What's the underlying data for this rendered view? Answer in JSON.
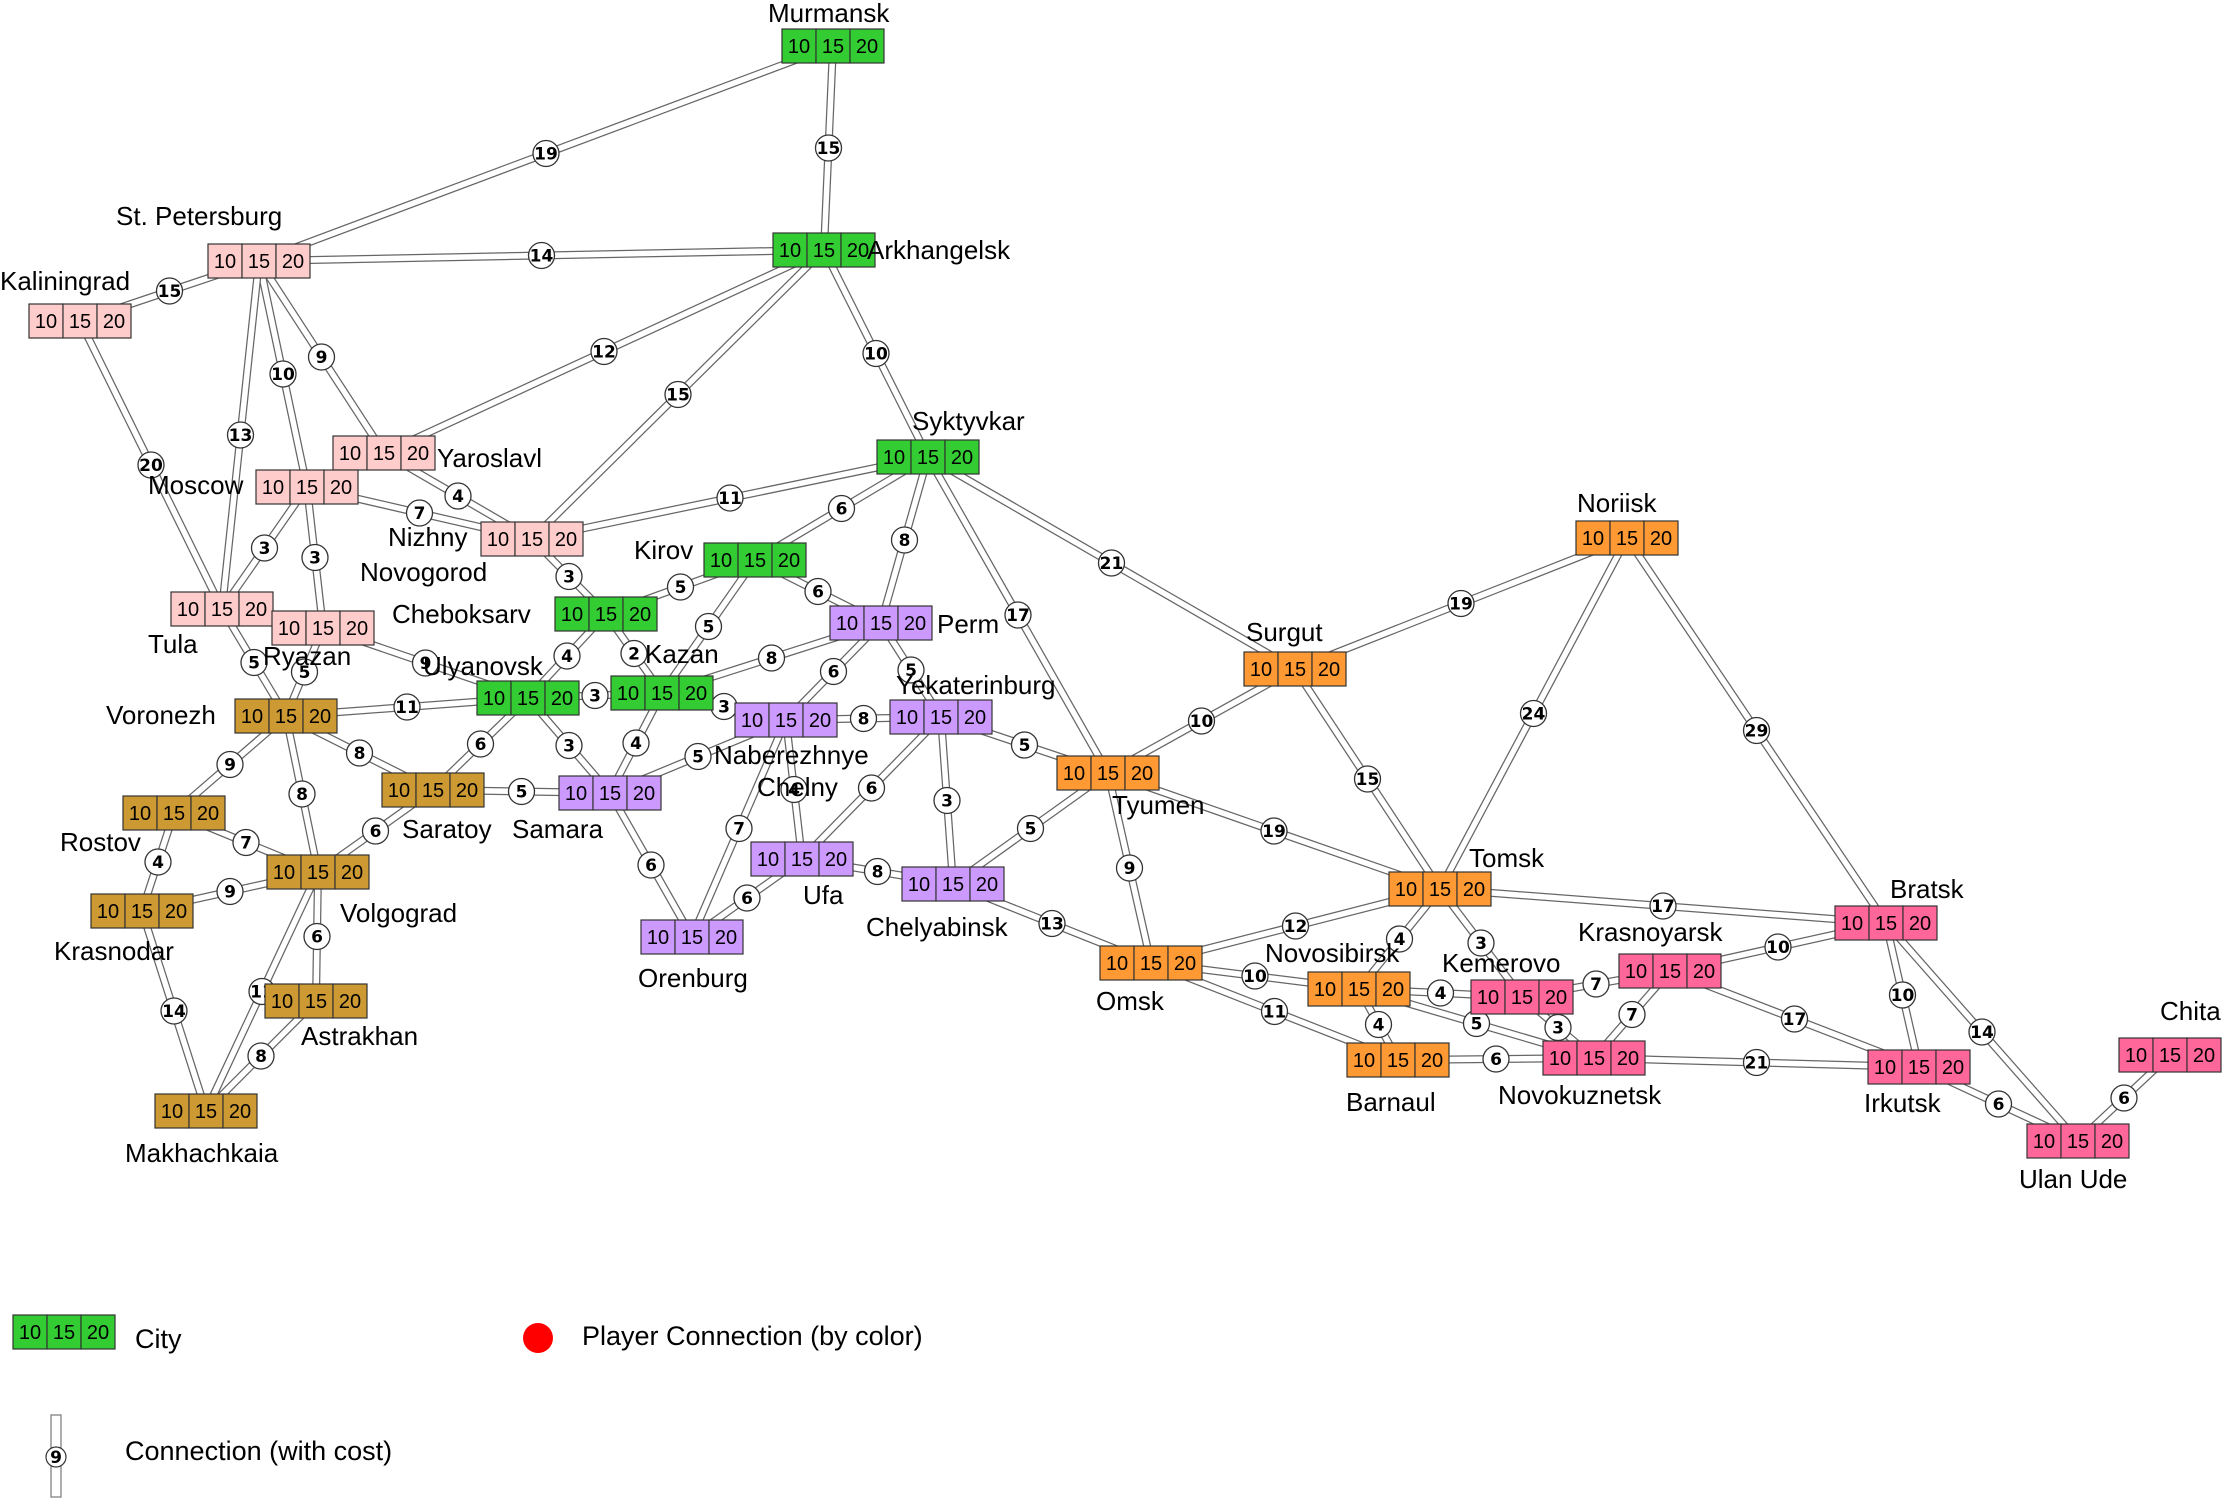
{
  "slots": [
    "10",
    "15",
    "20"
  ],
  "colors": {
    "north": "#33cc33",
    "west": "#ffcccc",
    "south": "#cc9933",
    "ural": "#cc99ff",
    "siberia": "#ff9933",
    "east": "#ff6699",
    "player_marker": "#ff0000"
  },
  "legend": {
    "city": "City",
    "player": "Player Connection (by color)",
    "connection": "Connection (with cost)",
    "connection_cost": "9"
  },
  "cities": [
    {
      "id": "murmansk",
      "label": "Murmansk",
      "region": "north"
    },
    {
      "id": "arkhangelsk",
      "label": "Arkhangelsk",
      "region": "north"
    },
    {
      "id": "syktyvkar",
      "label": "Syktyvkar",
      "region": "north"
    },
    {
      "id": "kirov",
      "label": "Kirov",
      "region": "north"
    },
    {
      "id": "cheboksarv",
      "label": "Cheboksarv",
      "region": "north"
    },
    {
      "id": "kazan",
      "label": "Kazan",
      "region": "north"
    },
    {
      "id": "ulyanovsk",
      "label": "Ulyanovsk",
      "region": "north"
    },
    {
      "id": "stpetersburg",
      "label": "St. Petersburg",
      "region": "west"
    },
    {
      "id": "kaliningrad",
      "label": "Kaliningrad",
      "region": "west"
    },
    {
      "id": "yaroslavl",
      "label": "Yaroslavl",
      "region": "west"
    },
    {
      "id": "moscow",
      "label": "Moscow",
      "region": "west"
    },
    {
      "id": "nizhny",
      "label": "Nizhny",
      "label2": "Novogorod",
      "region": "west"
    },
    {
      "id": "tula",
      "label": "Tula",
      "region": "west"
    },
    {
      "id": "ryazan",
      "label": "Ryazan",
      "region": "west"
    },
    {
      "id": "voronezh",
      "label": "Voronezh",
      "region": "south"
    },
    {
      "id": "rostov",
      "label": "Rostov",
      "region": "south"
    },
    {
      "id": "krasnodar",
      "label": "Krasnodar",
      "region": "south"
    },
    {
      "id": "volgograd",
      "label": "Volgograd",
      "region": "south"
    },
    {
      "id": "saratov",
      "label": "Saratoy",
      "region": "south"
    },
    {
      "id": "astrakhan",
      "label": "Astrakhan",
      "region": "south"
    },
    {
      "id": "makhachkala",
      "label": "Makhachkaia",
      "region": "south"
    },
    {
      "id": "perm",
      "label": "Perm",
      "region": "ural"
    },
    {
      "id": "naberezhnye",
      "label": "Naberezhnye",
      "label2": "Chelny",
      "region": "ural"
    },
    {
      "id": "yekaterinburg",
      "label": "Yekaterinburg",
      "region": "ural"
    },
    {
      "id": "samara",
      "label": "Samara",
      "region": "ural"
    },
    {
      "id": "ufa",
      "label": "Ufa",
      "region": "ural"
    },
    {
      "id": "orenburg",
      "label": "Orenburg",
      "region": "ural"
    },
    {
      "id": "chelyabinsk",
      "label": "Chelyabinsk",
      "region": "ural"
    },
    {
      "id": "surgut",
      "label": "Surgut",
      "region": "siberia"
    },
    {
      "id": "noriisk",
      "label": "Noriisk",
      "region": "siberia"
    },
    {
      "id": "tyumen",
      "label": "Tyumen",
      "region": "siberia"
    },
    {
      "id": "tomsk",
      "label": "Tomsk",
      "region": "siberia"
    },
    {
      "id": "omsk",
      "label": "Omsk",
      "region": "siberia"
    },
    {
      "id": "novosibirsk",
      "label": "Novosibirsk",
      "region": "siberia"
    },
    {
      "id": "barnaul",
      "label": "Barnaul",
      "region": "siberia"
    },
    {
      "id": "kemerovo",
      "label": "Kemerovo",
      "region": "east"
    },
    {
      "id": "novokuznetsk",
      "label": "Novokuznetsk",
      "region": "east"
    },
    {
      "id": "krasnoyarsk",
      "label": "Krasnoyarsk",
      "region": "east"
    },
    {
      "id": "bratsk",
      "label": "Bratsk",
      "region": "east"
    },
    {
      "id": "irkutsk",
      "label": "Irkutsk",
      "region": "east"
    },
    {
      "id": "ulanude",
      "label": "Ulan Ude",
      "region": "east"
    },
    {
      "id": "chita",
      "label": "Chita",
      "region": "east"
    }
  ],
  "connections": [
    {
      "a": "murmansk",
      "b": "stpetersburg",
      "cost": "19"
    },
    {
      "a": "murmansk",
      "b": "arkhangelsk",
      "cost": "15"
    },
    {
      "a": "stpetersburg",
      "b": "arkhangelsk",
      "cost": "14"
    },
    {
      "a": "stpetersburg",
      "b": "kaliningrad",
      "cost": "15"
    },
    {
      "a": "stpetersburg",
      "b": "yaroslavl",
      "cost": "9"
    },
    {
      "a": "stpetersburg",
      "b": "moscow",
      "cost": "10"
    },
    {
      "a": "stpetersburg",
      "b": "tula",
      "cost": "13"
    },
    {
      "a": "kaliningrad",
      "b": "tula",
      "cost": "20"
    },
    {
      "a": "arkhangelsk",
      "b": "yaroslavl",
      "cost": "12"
    },
    {
      "a": "arkhangelsk",
      "b": "nizhny",
      "cost": "15"
    },
    {
      "a": "arkhangelsk",
      "b": "syktyvkar",
      "cost": "10"
    },
    {
      "a": "yaroslavl",
      "b": "nizhny",
      "cost": "4"
    },
    {
      "a": "moscow",
      "b": "nizhny",
      "cost": "7"
    },
    {
      "a": "moscow",
      "b": "tula",
      "cost": "3"
    },
    {
      "a": "moscow",
      "b": "ryazan",
      "cost": "3"
    },
    {
      "a": "nizhny",
      "b": "syktyvkar",
      "cost": "11"
    },
    {
      "a": "nizhny",
      "b": "cheboksarv",
      "cost": "3"
    },
    {
      "a": "tula",
      "b": "voronezh",
      "cost": "5"
    },
    {
      "a": "ryazan",
      "b": "voronezh",
      "cost": "5"
    },
    {
      "a": "ryazan",
      "b": "ulyanovsk",
      "cost": "9"
    },
    {
      "a": "syktyvkar",
      "b": "kirov",
      "cost": "6"
    },
    {
      "a": "syktyvkar",
      "b": "perm",
      "cost": "8"
    },
    {
      "a": "syktyvkar",
      "b": "surgut",
      "cost": "21"
    },
    {
      "a": "syktyvkar",
      "b": "tyumen",
      "cost": "17"
    },
    {
      "a": "kirov",
      "b": "cheboksarv",
      "cost": "5"
    },
    {
      "a": "kirov",
      "b": "kazan",
      "cost": "5"
    },
    {
      "a": "kirov",
      "b": "perm",
      "cost": "6"
    },
    {
      "a": "cheboksarv",
      "b": "kazan",
      "cost": "2"
    },
    {
      "a": "cheboksarv",
      "b": "ulyanovsk",
      "cost": "4"
    },
    {
      "a": "kazan",
      "b": "ulyanovsk",
      "cost": "3"
    },
    {
      "a": "kazan",
      "b": "perm",
      "cost": "8"
    },
    {
      "a": "kazan",
      "b": "naberezhnye",
      "cost": "3"
    },
    {
      "a": "kazan",
      "b": "samara",
      "cost": "4"
    },
    {
      "a": "voronezh",
      "b": "ulyanovsk",
      "cost": "11"
    },
    {
      "a": "voronezh",
      "b": "saratov",
      "cost": "8"
    },
    {
      "a": "voronezh",
      "b": "rostov",
      "cost": "9"
    },
    {
      "a": "voronezh",
      "b": "volgograd",
      "cost": "8"
    },
    {
      "a": "ulyanovsk",
      "b": "saratov",
      "cost": "6"
    },
    {
      "a": "ulyanovsk",
      "b": "samara",
      "cost": "3"
    },
    {
      "a": "perm",
      "b": "naberezhnye",
      "cost": "6"
    },
    {
      "a": "perm",
      "b": "yekaterinburg",
      "cost": "5"
    },
    {
      "a": "naberezhnye",
      "b": "yekaterinburg",
      "cost": "8"
    },
    {
      "a": "naberezhnye",
      "b": "samara",
      "cost": "5"
    },
    {
      "a": "naberezhnye",
      "b": "ufa",
      "cost": "4"
    },
    {
      "a": "naberezhnye",
      "b": "orenburg",
      "cost": "7"
    },
    {
      "a": "yekaterinburg",
      "b": "ufa",
      "cost": "6"
    },
    {
      "a": "yekaterinburg",
      "b": "chelyabinsk",
      "cost": "3"
    },
    {
      "a": "yekaterinburg",
      "b": "tyumen",
      "cost": "5"
    },
    {
      "a": "saratov",
      "b": "samara",
      "cost": "5"
    },
    {
      "a": "saratov",
      "b": "volgograd",
      "cost": "6"
    },
    {
      "a": "samara",
      "b": "orenburg",
      "cost": "6"
    },
    {
      "a": "ufa",
      "b": "orenburg",
      "cost": "6"
    },
    {
      "a": "ufa",
      "b": "chelyabinsk",
      "cost": "8"
    },
    {
      "a": "chelyabinsk",
      "b": "tyumen",
      "cost": "5"
    },
    {
      "a": "chelyabinsk",
      "b": "omsk",
      "cost": "13"
    },
    {
      "a": "rostov",
      "b": "volgograd",
      "cost": "7"
    },
    {
      "a": "rostov",
      "b": "krasnodar",
      "cost": "4"
    },
    {
      "a": "krasnodar",
      "b": "volgograd",
      "cost": "9"
    },
    {
      "a": "krasnodar",
      "b": "makhachkala",
      "cost": "14"
    },
    {
      "a": "volgograd",
      "b": "astrakhan",
      "cost": "6"
    },
    {
      "a": "volgograd",
      "b": "makhachkala",
      "cost": "11"
    },
    {
      "a": "astrakhan",
      "b": "makhachkala",
      "cost": "8"
    },
    {
      "a": "tyumen",
      "b": "surgut",
      "cost": "10"
    },
    {
      "a": "tyumen",
      "b": "tomsk",
      "cost": "19"
    },
    {
      "a": "tyumen",
      "b": "omsk",
      "cost": "9"
    },
    {
      "a": "surgut",
      "b": "noriisk",
      "cost": "19"
    },
    {
      "a": "surgut",
      "b": "tomsk",
      "cost": "15"
    },
    {
      "a": "noriisk",
      "b": "tomsk",
      "cost": "24"
    },
    {
      "a": "noriisk",
      "b": "bratsk",
      "cost": "29"
    },
    {
      "a": "tomsk",
      "b": "omsk",
      "cost": "12"
    },
    {
      "a": "tomsk",
      "b": "novosibirsk",
      "cost": "4"
    },
    {
      "a": "tomsk",
      "b": "kemerovo",
      "cost": "3"
    },
    {
      "a": "tomsk",
      "b": "bratsk",
      "cost": "17"
    },
    {
      "a": "omsk",
      "b": "novosibirsk",
      "cost": "10"
    },
    {
      "a": "omsk",
      "b": "barnaul",
      "cost": "11"
    },
    {
      "a": "novosibirsk",
      "b": "kemerovo",
      "cost": "4"
    },
    {
      "a": "novosibirsk",
      "b": "barnaul",
      "cost": "4"
    },
    {
      "a": "novosibirsk",
      "b": "novokuznetsk",
      "cost": "5"
    },
    {
      "a": "kemerovo",
      "b": "krasnoyarsk",
      "cost": "7"
    },
    {
      "a": "kemerovo",
      "b": "novokuznetsk",
      "cost": "3"
    },
    {
      "a": "barnaul",
      "b": "novokuznetsk",
      "cost": "6"
    },
    {
      "a": "novokuznetsk",
      "b": "krasnoyarsk",
      "cost": "7"
    },
    {
      "a": "novokuznetsk",
      "b": "irkutsk",
      "cost": "21"
    },
    {
      "a": "krasnoyarsk",
      "b": "bratsk",
      "cost": "10"
    },
    {
      "a": "krasnoyarsk",
      "b": "irkutsk",
      "cost": "17"
    },
    {
      "a": "bratsk",
      "b": "irkutsk",
      "cost": "10"
    },
    {
      "a": "bratsk",
      "b": "ulanude",
      "cost": "14"
    },
    {
      "a": "irkutsk",
      "b": "ulanude",
      "cost": "6"
    },
    {
      "a": "ulanude",
      "b": "chita",
      "cost": "6"
    }
  ]
}
